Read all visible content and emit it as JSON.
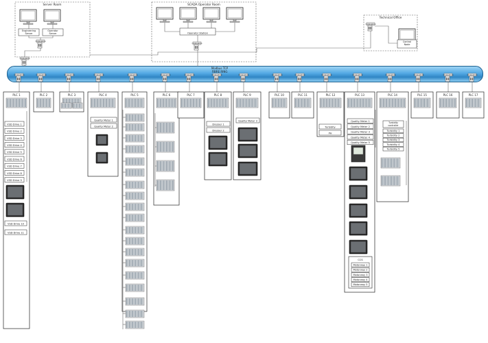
{
  "rooms": {
    "server": "Server Room",
    "scada": "SCADA Operator Room",
    "technical": "Technical Office"
  },
  "computers": {
    "engineering": "Engineering\nServer",
    "operator": "Operator\nServer",
    "operator_station": "Operator Station",
    "control_node": "Control\nNode"
  },
  "ring": {
    "title": "Modbus TCP",
    "subtitle": "FIBRE RING"
  },
  "switch_text": "TELEMECANIQUE",
  "plc_labels": [
    "PLC 1",
    "PLC 2",
    "PLC 3",
    "PLC 4",
    "PLC 5",
    "PLC 6",
    "PLC 7",
    "PLC 8",
    "PLC 9",
    "PLC 10",
    "PLC 11",
    "PLC 12",
    "PLC 13",
    "PLC 14",
    "PLC 15",
    "PLC 16",
    "PLC 17"
  ],
  "vsd_drives": [
    "VSD Drive 1",
    "VSD Drive 2",
    "VSD Drive 3",
    "VSD Drive 4",
    "VSD Drive 5",
    "VSD Drive 6",
    "VSD Drive 7",
    "VSD Drive 8",
    "VSD Drive 9",
    "VSD Drive 10"
  ],
  "vsd_drive_11": "VSD Drive 11",
  "plc4_devices": [
    "Quality Meter 1",
    "Quality Meter 2"
  ],
  "plc8_devices": [
    "Dresser 1",
    "Dresser 2"
  ],
  "plc9_devices": [
    "Quality Meter 3"
  ],
  "plc12_devices": [
    "Turbidity",
    "PH"
  ],
  "plc13_devices": [
    "Quality Meter 1",
    "Quality Meter 2",
    "Quality Meter 3",
    "Quality Meter 4",
    "Quality Meter 5"
  ],
  "plc13_ccs": {
    "title": "CCS",
    "items": [
      "Motorway 1",
      "Motorway 2",
      "Motorway 3",
      "Motorway 4",
      "Motorway 5"
    ]
  },
  "plc14": {
    "controller": "Turbidity\ncontroller",
    "items": [
      "Turbidity 1",
      "Turbidity 2",
      "Turbidity 3",
      "Turbidity 4",
      "Turbidity 5"
    ]
  },
  "colors": {
    "ring_dark": "#1b5f8f",
    "ring_light": "#9ed4f5",
    "line": "#555555",
    "panel_border": "#222222"
  }
}
